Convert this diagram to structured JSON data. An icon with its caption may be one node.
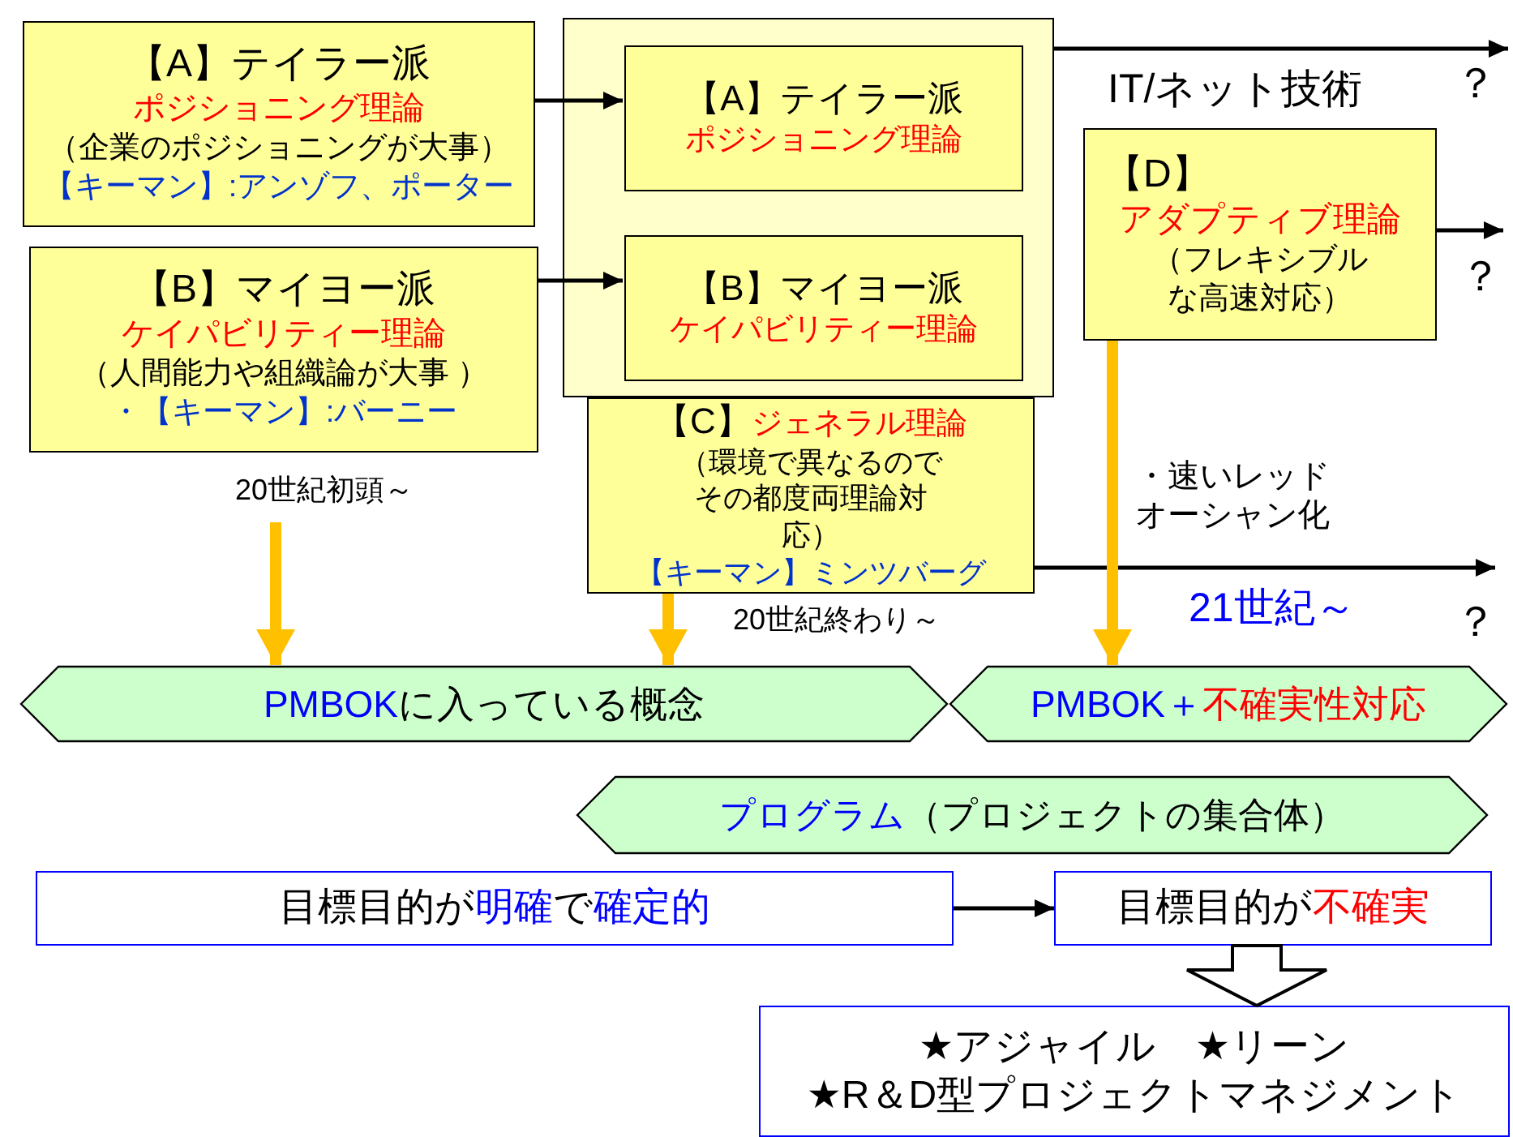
{
  "diagram": {
    "nodes": [
      {
        "text": [
          "【A】テイラー派",
          "ポジショニング理論",
          "（企業のポジショニングが大事）",
          "【キーマン】:アンゾフ、ポーター"
        ]
      },
      {
        "text": [
          "【B】マイヨー派",
          "ケイパビリティー理論",
          "（人間能力や組織論が大事 ）",
          "・【キーマン】:バーニー"
        ]
      },
      {
        "text": [],
        "shape": "box"
      },
      {
        "text": [
          "【A】テイラー派",
          "ポジショニング理論"
        ],
        "in": 2
      },
      {
        "text": [
          "【B】マイヨー派",
          "ケイパビリティー理論"
        ],
        "in": 2
      },
      {
        "text": [
          "【C】",
          "ジェネラル理論",
          "（環境で異なるのでその都度両理論対応）",
          "【キーマン】ミンツバーグ"
        ]
      },
      {
        "text": [
          "【D】",
          "アダプティブ理論",
          "（フレキシブルな高速対応）"
        ]
      },
      {
        "text": [
          "PMBOK",
          "に入っている概念"
        ]
      },
      {
        "text": [
          "PMBOK＋",
          "不確実性対応"
        ]
      },
      {
        "text": [
          "プログラム",
          "（プロジェクトの集合体）"
        ]
      },
      {
        "text": [
          "目標目的が",
          "明確",
          "で",
          "確定的"
        ]
      },
      {
        "text": [
          "目標目的が",
          "不確実"
        ]
      },
      {
        "text": [
          "★アジャイル　★リーン",
          "★R＆D型プロジェクトマネジメント"
        ]
      }
    ],
    "edges": [
      {
        "from": 0,
        "to": 3,
        "arrow": "to"
      },
      {
        "from": 1,
        "to": 4,
        "arrow": "to"
      },
      {
        "from": 2,
        "to": null,
        "arrow": "to"
      },
      {
        "from": 6,
        "to": null,
        "arrow": "to"
      },
      {
        "from": 5,
        "to": null,
        "arrow": "to"
      },
      {
        "from": null,
        "to": 7,
        "arrow": "to",
        "style": "thick",
        "color": "#ffc000"
      },
      {
        "from": 5,
        "to": 7,
        "arrow": "to",
        "style": "thick",
        "color": "#ffc000"
      },
      {
        "from": 6,
        "to": 8,
        "arrow": "to",
        "style": "thick",
        "color": "#ffc000"
      },
      {
        "from": 10,
        "to": 11,
        "arrow": "to"
      },
      {
        "from": 11,
        "to": 12,
        "arrow": "to",
        "style": "thick"
      }
    ],
    "labels": [
      "IT/ネット技術",
      "？",
      "？",
      "・速いレッドオーシャン化",
      "20世紀初頭～",
      "20世紀終わり～",
      "21世紀～",
      "？"
    ]
  }
}
